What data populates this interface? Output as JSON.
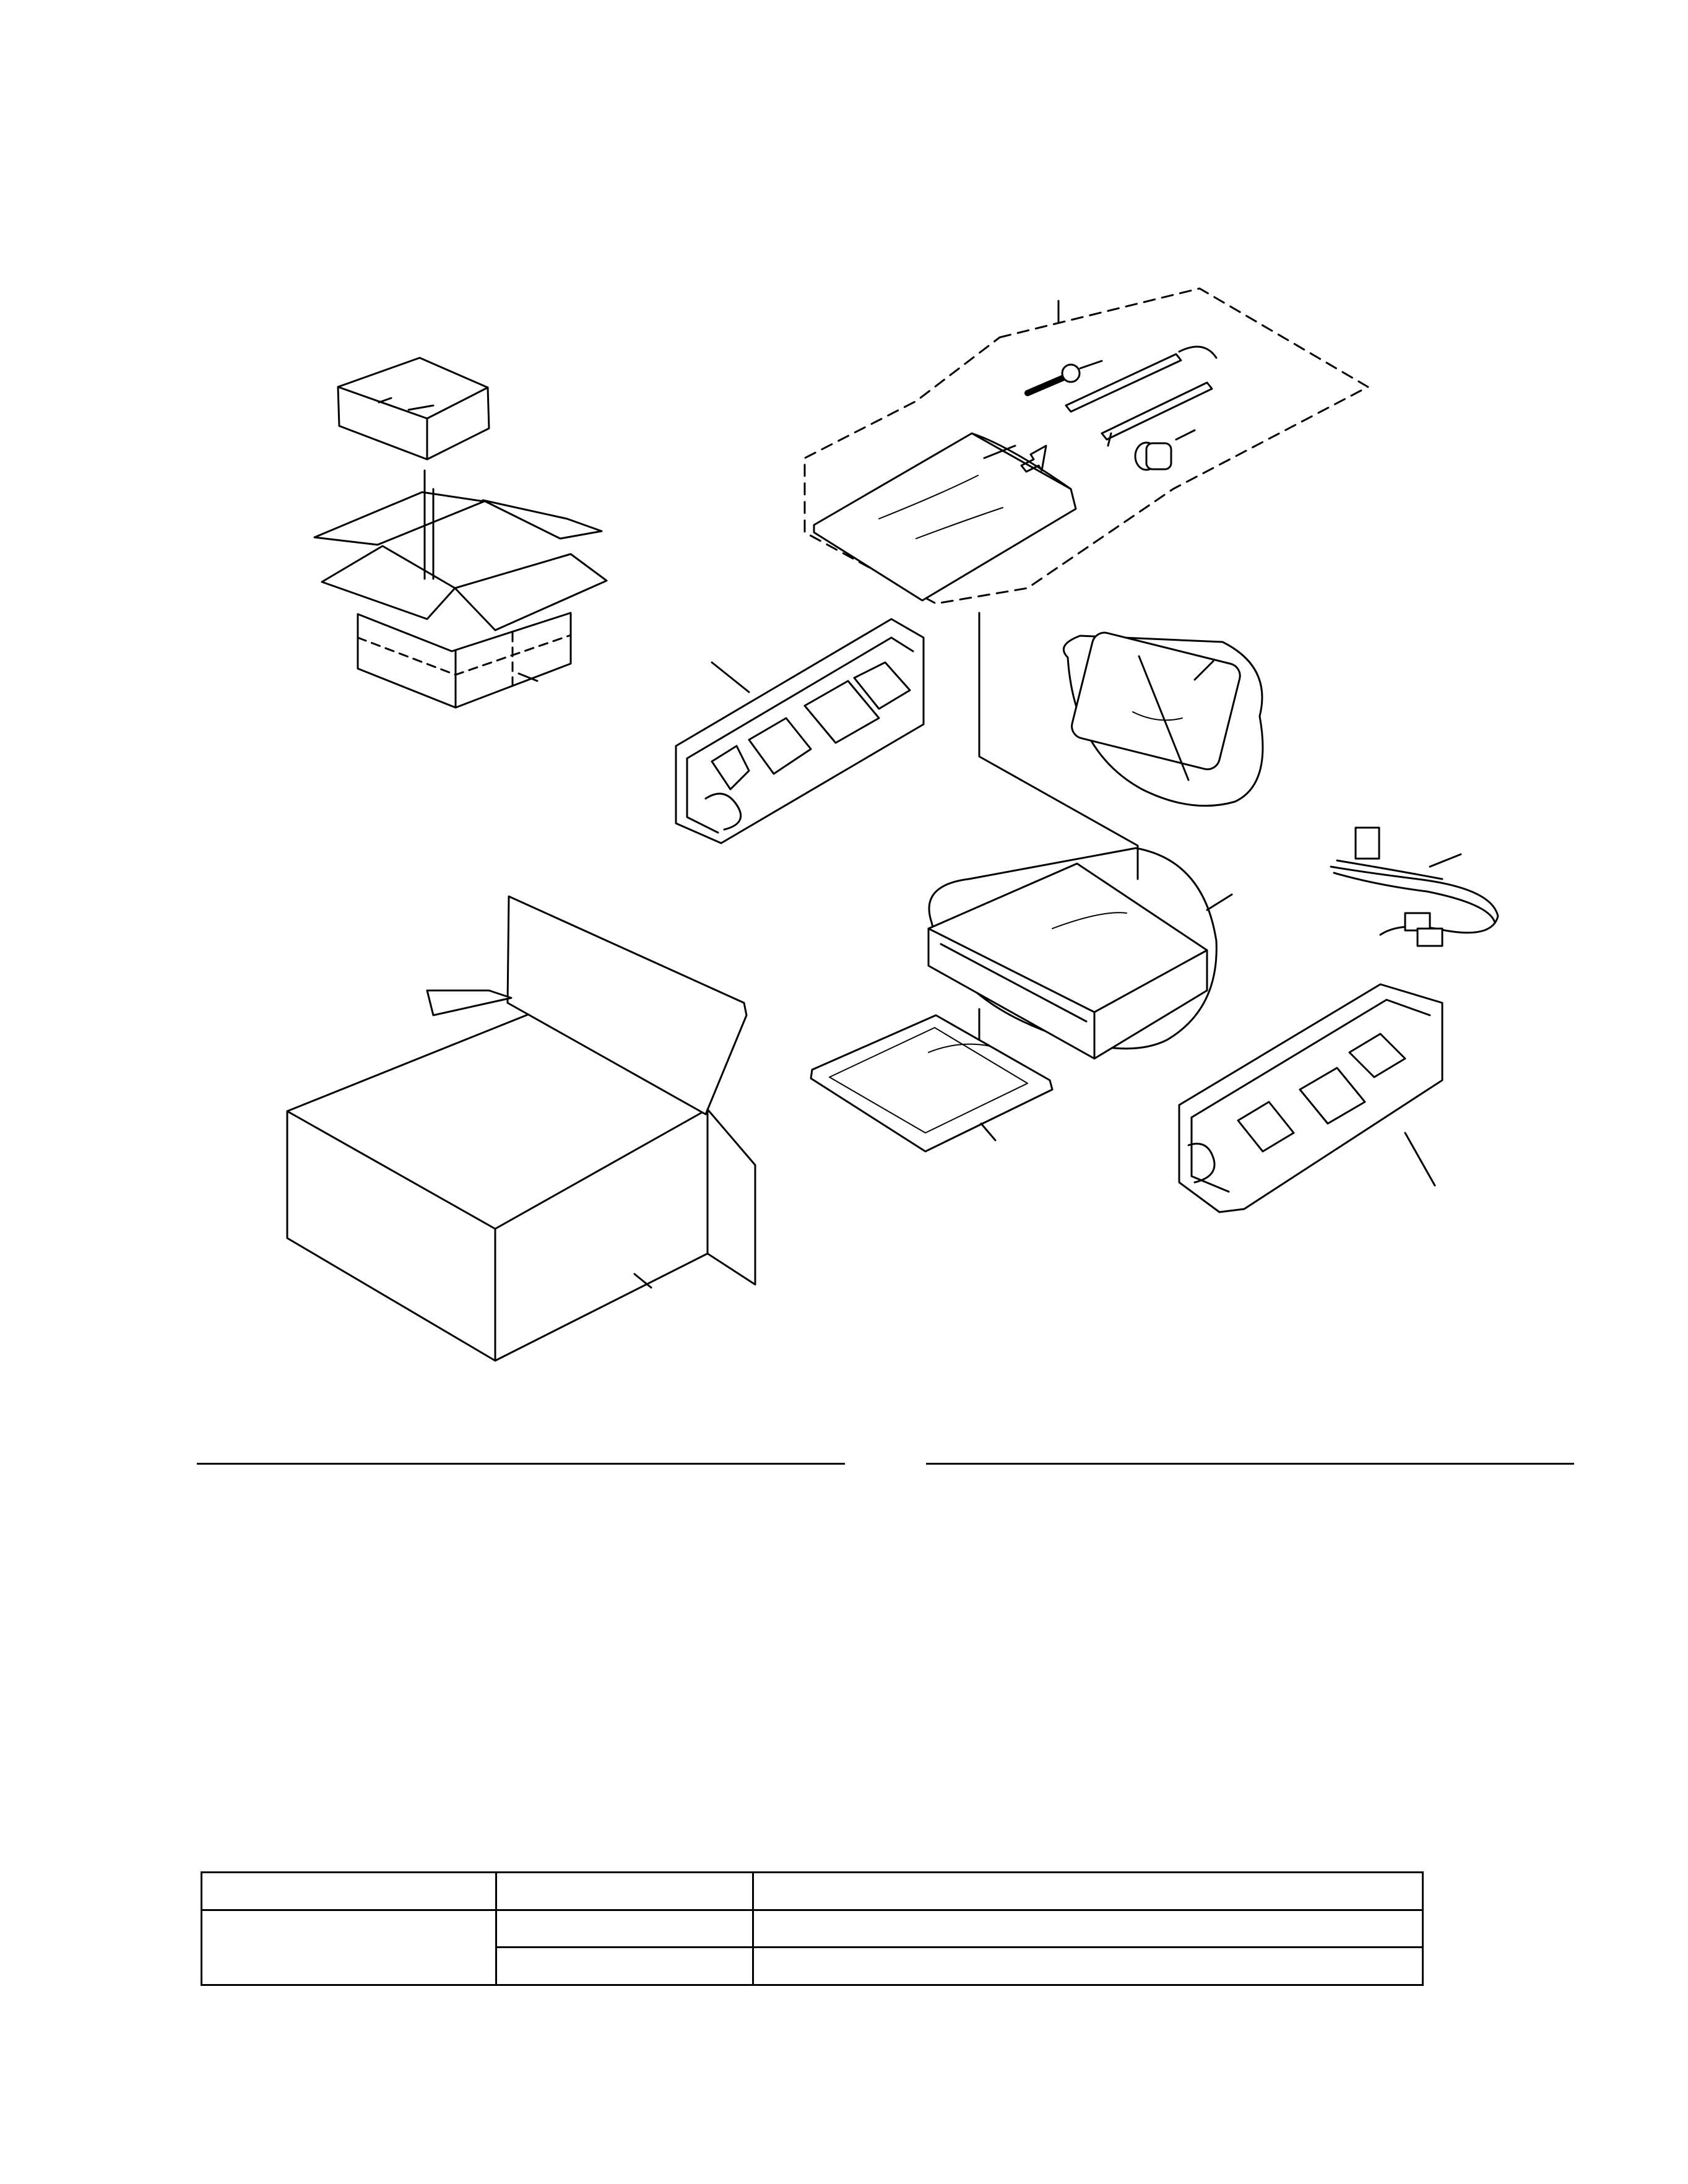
{
  "figure": {
    "parts": [
      {
        "icon": "small-carton-box"
      },
      {
        "icon": "open-carton-box"
      },
      {
        "icon": "outer-carton-box"
      },
      {
        "icon": "protector-left"
      },
      {
        "icon": "protector-right"
      },
      {
        "icon": "accessory-parts-bag"
      },
      {
        "icon": "bolt"
      },
      {
        "icon": "handle-rods"
      },
      {
        "icon": "bushing"
      },
      {
        "icon": "wrapped-panel"
      },
      {
        "icon": "wire-harness"
      },
      {
        "icon": "wrapped-unit"
      },
      {
        "icon": "manual-bag"
      }
    ]
  },
  "table": {
    "rows": [
      [
        "",
        "",
        ""
      ],
      [
        "",
        "",
        ""
      ],
      [
        "",
        ""
      ]
    ]
  },
  "colors": {
    "line": "#000000",
    "background": "#ffffff"
  }
}
